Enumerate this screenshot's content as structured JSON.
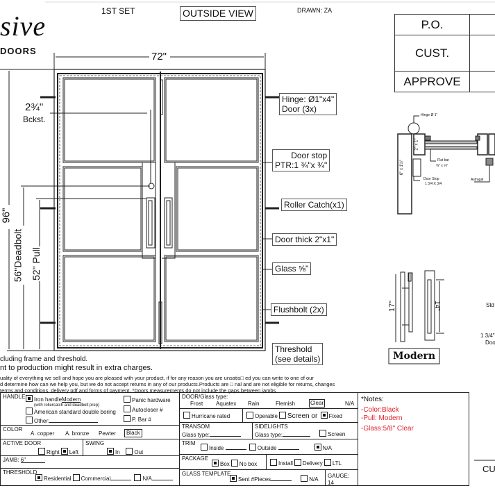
{
  "header": {
    "logo_script": "sive",
    "logo_sub": "DOORS",
    "set": "1ST SET",
    "view": "OUTSIDE VIEW",
    "drawn": "DRAWN: ZA"
  },
  "title_block": {
    "po": "P.O.",
    "cust": "CUST.",
    "approve": "APPROVE"
  },
  "dimensions": {
    "width": "72\"",
    "height": "96\"",
    "deadbolt": "56\"Deadbolt",
    "pull": "52\" Pull",
    "backset_num": "2¾\"",
    "backset_label": "Bckst."
  },
  "callouts": {
    "hinge": "Hinge: Ø1\"x4\"",
    "hinge2": "Door (3x)",
    "door_stop": "Door stop",
    "ptr": "PTR:1 ¾\"x ¾\"",
    "roller": "Roller Catch(x1)",
    "door_thick": "Door thick 2\"x1\"",
    "glass": "Glass ⅝\"",
    "flushbolt": "Flushbolt (2x)",
    "threshold": "Threshold",
    "threshold2": "(see details)"
  },
  "section": {
    "hinge": "Hinge Ø 1\"",
    "tube": "2\" x 1\"",
    "jamb": "6\" x 1½\"",
    "flat_bar": "Flat bar",
    "flat_bar_size": "⅜\" x ⅛\"",
    "door_stop": "Door Stop",
    "door_stop_size": "1 3/4 X 3/4",
    "astragal": "Astragal"
  },
  "handle_detail": {
    "height": "17\"",
    "grip": "14\"",
    "label": "Modern",
    "std": "Std",
    "door_depth": "1 3/4\"",
    "door_label": "Doo"
  },
  "disclaimer": [
    "cluding frame and threshold.",
    "nt to production might result in extra charges.",
    "uality of everything we sell and hope you are pleased with your product, if for any reason you are unsatis□ ed you can write to one of our",
    "d determine how can we help you, but we do not accept returns in any of our products.Products are □ nal and are not eligible for returns, changes",
    " terms and conditions, delivery pdf and forms of payment. *Doors measurements do not include the gaps between jambs"
  ],
  "form": {
    "handle": {
      "label": "HANDLE",
      "iron": "Iron handle",
      "iron_val": "Modern",
      "iron_note": "(with rollercatch and deadbolt prep)",
      "american": "American standard double boring",
      "other": "Other:",
      "panic": "Panic hardware",
      "autocloser": "Autocloser #",
      "pbar": "P. Bar #"
    },
    "color": {
      "label": "COLOR",
      "options": [
        "A. copper",
        "A. bronze",
        "Pewter",
        "Black"
      ]
    },
    "active_door": {
      "label": "ACTIVE DOOR",
      "right": "Right",
      "left": "Left"
    },
    "swing": {
      "label": "SWING",
      "in": "In",
      "out": "Out"
    },
    "jamb": {
      "label": "JAMB:",
      "value": "6\""
    },
    "threshold": {
      "label": "THRESHOLD",
      "residential": "Residential",
      "commercial": "Commercial",
      "na": "N/A"
    },
    "glass": {
      "label": "DOOR/Glass type:",
      "options": [
        "Frost",
        "Aquatex",
        "Rain",
        "Flemish",
        "Clear",
        "N/A"
      ]
    },
    "hurricane": "Hurricane rated",
    "operable": "Operable",
    "screen_or": "Screen or",
    "fixed": "Fixed",
    "transom": {
      "label": "TRANSOM",
      "glass": "Glass type:"
    },
    "sidelights": {
      "label": "SIDELIGHTS",
      "glass": "Glass type:",
      "screen": "Screen"
    },
    "trim": {
      "label": "TRIM",
      "inside": "Inside",
      "outside": "Outside",
      "na": "N/A"
    },
    "package": {
      "label": "PACKAGE",
      "box": "Box",
      "nobox": "No box",
      "install": "Install",
      "delivery": "Delivery",
      "ltl": "LTL"
    },
    "template": {
      "label": "GLASS TEMPLATE",
      "sent": "Sent #Pieces",
      "na": "N/A"
    },
    "gauge": "GAUGE: 14"
  },
  "notes": {
    "title": "*Notes:",
    "items": [
      "-Color:Black",
      "-Pull: Modern",
      "-Glass:5/8\" Clear"
    ]
  },
  "footer": {
    "cust": "CU"
  },
  "colors": {
    "note_red": "#e0202a"
  }
}
